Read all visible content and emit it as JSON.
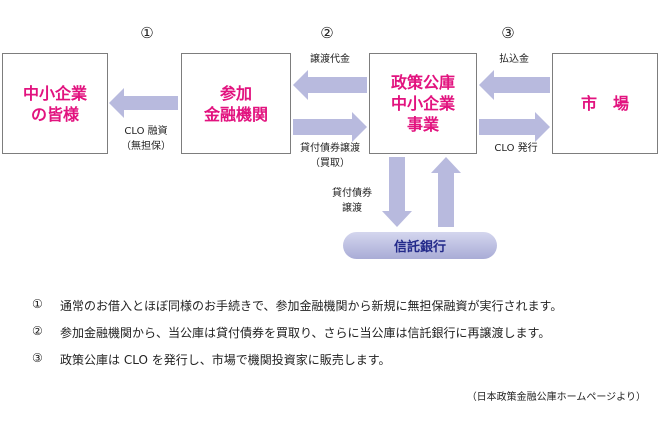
{
  "steps": {
    "s1": "①",
    "s2": "②",
    "s3": "③"
  },
  "boxes": {
    "sme": "中小企業\nの皆様",
    "bank": "参加\n金融機関",
    "jfc": "政策公庫\n中小企業\n事業",
    "market": "市　場",
    "trust_bank": "信託銀行"
  },
  "labels": {
    "clo_loan": "CLO 融資\n（無担保）",
    "transfer_price": "譲渡代金",
    "loan_claim_transfer": "貸付債券譲渡\n（買取）",
    "payment": "払込金",
    "clo_issue": "CLO 発行",
    "loan_claim_transfer_trust": "貸付債券\n譲渡"
  },
  "notes": [
    {
      "num": "①",
      "text": "通常のお借入とほぼ同様のお手続きで、参加金融機関から新規に無担保融資が実行されます。"
    },
    {
      "num": "②",
      "text": "参加金融機関から、当公庫は貸付債券を買取り、さらに当公庫は信託銀行に再譲渡します。"
    },
    {
      "num": "③",
      "text": "政策公庫は CLO を発行し、市場で機関投資家に販売します。"
    }
  ],
  "source": "（日本政策金融公庫ホームページより）",
  "colors": {
    "box_text": "#e2137f",
    "arrow": "#b8bade",
    "trust_text": "#232a8a"
  }
}
